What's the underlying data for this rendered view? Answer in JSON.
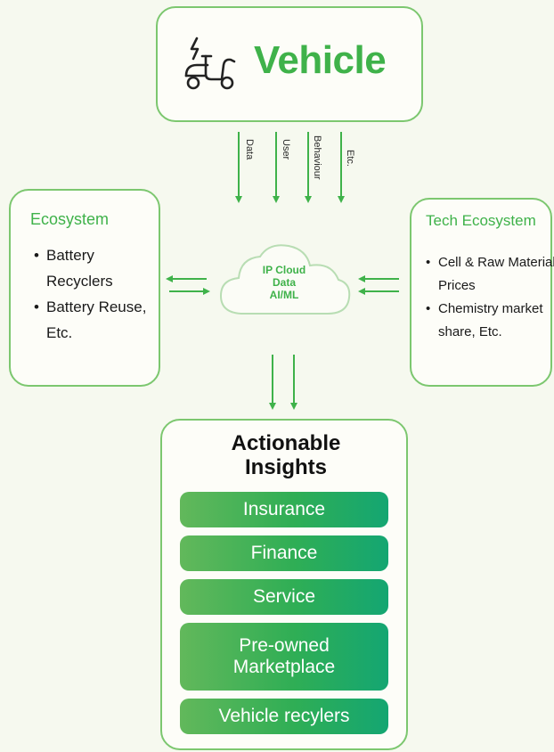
{
  "vehicle": {
    "title": "Vehicle",
    "icon": "electric-scooter-icon"
  },
  "data_flows": [
    "Data",
    "User",
    "Behaviour",
    "Etc."
  ],
  "cloud": {
    "line1": "IP Cloud",
    "line2": "Data",
    "line3": "AI/ML",
    "icon": "cloud-icon"
  },
  "ecosystem_left": {
    "title": "Ecosystem",
    "items": [
      "Battery Recyclers",
      "Battery Reuse, Etc."
    ]
  },
  "ecosystem_right": {
    "title": "Tech Ecosystem",
    "items": [
      "Cell & Raw Material Prices",
      "Chemistry market share, Etc."
    ]
  },
  "insights": {
    "title": "Actionable Insights",
    "items": [
      "Insurance",
      "Finance",
      "Service",
      "Pre-owned Marketplace",
      "Vehicle recylers"
    ]
  },
  "colors": {
    "accent": "#3fb24a",
    "border": "#7cc76f",
    "background": "#f6f9ef"
  }
}
